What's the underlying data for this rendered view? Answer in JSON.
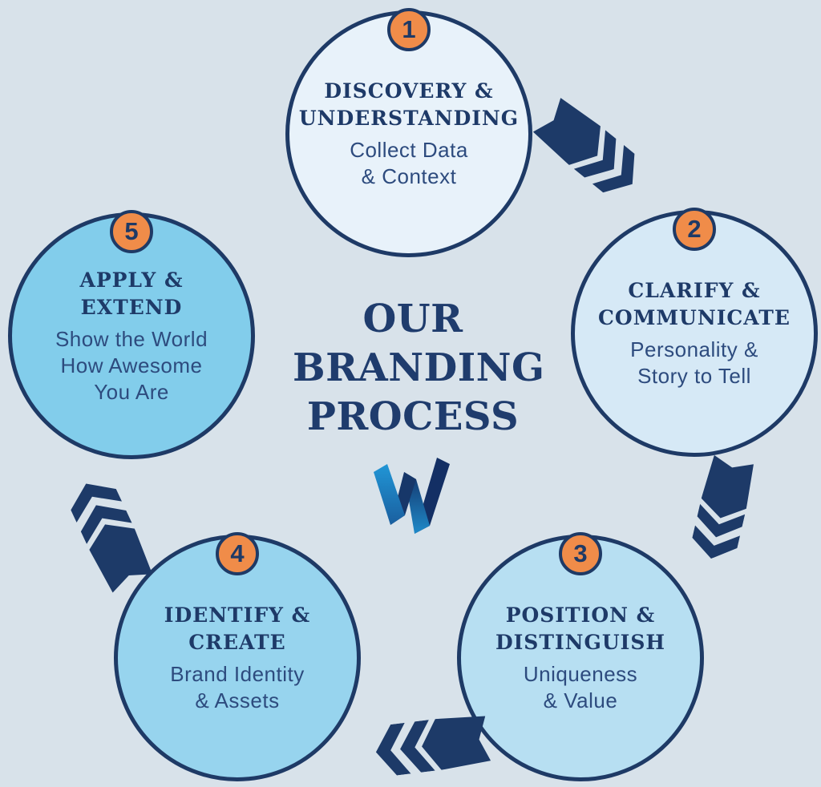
{
  "title": {
    "lines": [
      "OUR",
      "BRANDING",
      "PROCESS"
    ]
  },
  "logo": {
    "letter": "W",
    "stroke1_top": "#2196d6",
    "stroke1_bottom": "#1a5f9f",
    "stroke2": "#173769",
    "stroke3_top": "#14346a",
    "stroke3_bottom": "#1f8ac9",
    "stroke4": "#132f64"
  },
  "colors": {
    "background": "#d8e2ea",
    "navy": "#1e3a66",
    "arrow": "#1d3a68",
    "orange": "#f08c49",
    "heading_text": "#1e3a68",
    "subtext_text": "#2d4b7e"
  },
  "steps": [
    {
      "number": "1",
      "heading_lines": [
        "DISCOVERY &",
        "UNDERSTANDING"
      ],
      "subtext_lines": [
        "Collect Data",
        "& Context"
      ],
      "fill": "#e8f2fa"
    },
    {
      "number": "2",
      "heading_lines": [
        "CLARIFY &",
        "COMMUNICATE"
      ],
      "subtext_lines": [
        "Personality &",
        "Story to Tell"
      ],
      "fill": "#d6e9f6"
    },
    {
      "number": "3",
      "heading_lines": [
        "POSITION &",
        "DISTINGUISH"
      ],
      "subtext_lines": [
        "Uniqueness",
        "& Value"
      ],
      "fill": "#b7dff2"
    },
    {
      "number": "4",
      "heading_lines": [
        "IDENTIFY &",
        "CREATE"
      ],
      "subtext_lines": [
        "Brand Identity",
        "& Assets"
      ],
      "fill": "#97d4ee"
    },
    {
      "number": "5",
      "heading_lines": [
        "APPLY &",
        "EXTEND"
      ],
      "subtext_lines": [
        "Show the World",
        "How Awesome",
        "You Are"
      ],
      "fill": "#82cdeb"
    }
  ],
  "arrows": [
    {
      "from": "1",
      "to": "2",
      "direction": "down-right"
    },
    {
      "from": "2",
      "to": "3",
      "direction": "down"
    },
    {
      "from": "3",
      "to": "4",
      "direction": "left"
    },
    {
      "from": "4",
      "to": "5",
      "direction": "up-left"
    }
  ]
}
